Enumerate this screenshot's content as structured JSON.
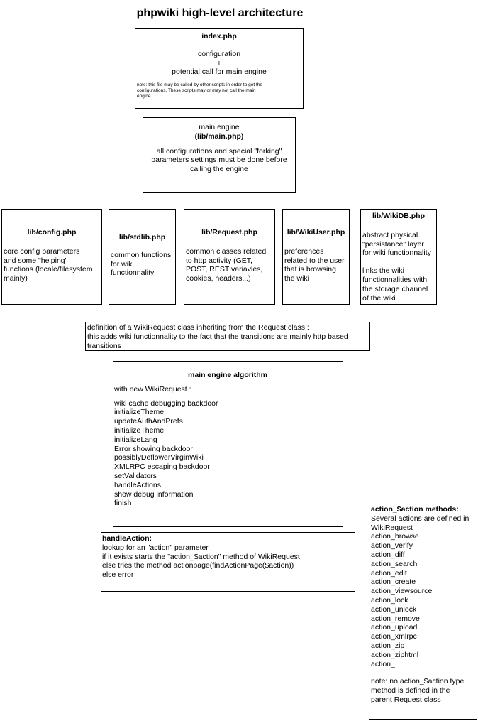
{
  "title": "phpwiki high-level architecture",
  "index_box": {
    "heading": "index.php",
    "line1": "configuration",
    "line2": "+",
    "line3": "potential call for main engine",
    "note": [
      "note: this file may be called by other scripts in order to get the",
      "configurations. These scripts may or may not call the main",
      "engine"
    ]
  },
  "main_box": {
    "line1": "main engine",
    "heading": "(lib/main.php)",
    "desc": [
      "all configurations and special \"forking\"",
      "parameters settings must be done before",
      "calling the engine"
    ]
  },
  "config_box": {
    "heading": "lib/config.php",
    "desc": [
      "core config parameters",
      "and some \"helping\"",
      "functions (locale/filesystem",
      "mainly)"
    ]
  },
  "stdlib_box": {
    "heading": "lib/stdlib.php",
    "desc": [
      "common functions",
      "for wiki",
      "functionnality"
    ]
  },
  "request_box": {
    "heading": "lib/Request.php",
    "desc": [
      "common classes related",
      "to http activity (GET,",
      "POST, REST variavles,",
      "cookies, headers,..)"
    ]
  },
  "wikiuser_box": {
    "heading": "lib/WikiUser.php",
    "desc": [
      "preferences",
      "related to the user",
      "that is browsing",
      "the wiki"
    ]
  },
  "wikidb_box": {
    "heading": "lib/WikiDB.php",
    "desc1": [
      "abstract physical",
      "\"persistance\" layer",
      "for wiki functionnality"
    ],
    "desc2": [
      "links the wiki",
      "functionnalities with",
      "the storage channel",
      "of the wiki"
    ]
  },
  "definition_box": {
    "lines": [
      "definition of a WikiRequest class inheriting from the Request class :",
      "this adds wiki functionnality to the fact that the transitions are mainly http based",
      "transitions"
    ]
  },
  "algorithm_box": {
    "heading": "main engine algorithm",
    "intro": "with new WikiRequest :",
    "steps": [
      "wiki cache debugging backdoor",
      "initializeTheme",
      "updateAuthAndPrefs",
      "initializeTheme",
      "initializeLang",
      "Error showing backdoor",
      "possiblyDeflowerVirginWiki",
      "XMLRPC escaping backdoor",
      "setValidators",
      "handleActions",
      "show debug information",
      "finish"
    ]
  },
  "handle_box": {
    "heading": "handleAction:",
    "lines": [
      "lookup for an \"action\" parameter",
      "if it exists starts the \"action_$action\" method of WikiRequest",
      "else tries the method actionpage(findActionPage($action))",
      "else error"
    ]
  },
  "actions_box": {
    "heading": "action_$action methods:",
    "lines": [
      "Several actions are defined in",
      "WikiRequest",
      "action_browse",
      "action_verify",
      "action_diff",
      "action_search",
      "action_edit",
      "action_create",
      "action_viewsource",
      "action_lock",
      "action_unlock",
      "action_remove",
      "action_upload",
      "action_xmlrpc",
      "action_zip",
      "action_ziphtml",
      "action_"
    ],
    "note": [
      "note: no action_$action type",
      "method is defined in the",
      "parent Request class"
    ]
  }
}
